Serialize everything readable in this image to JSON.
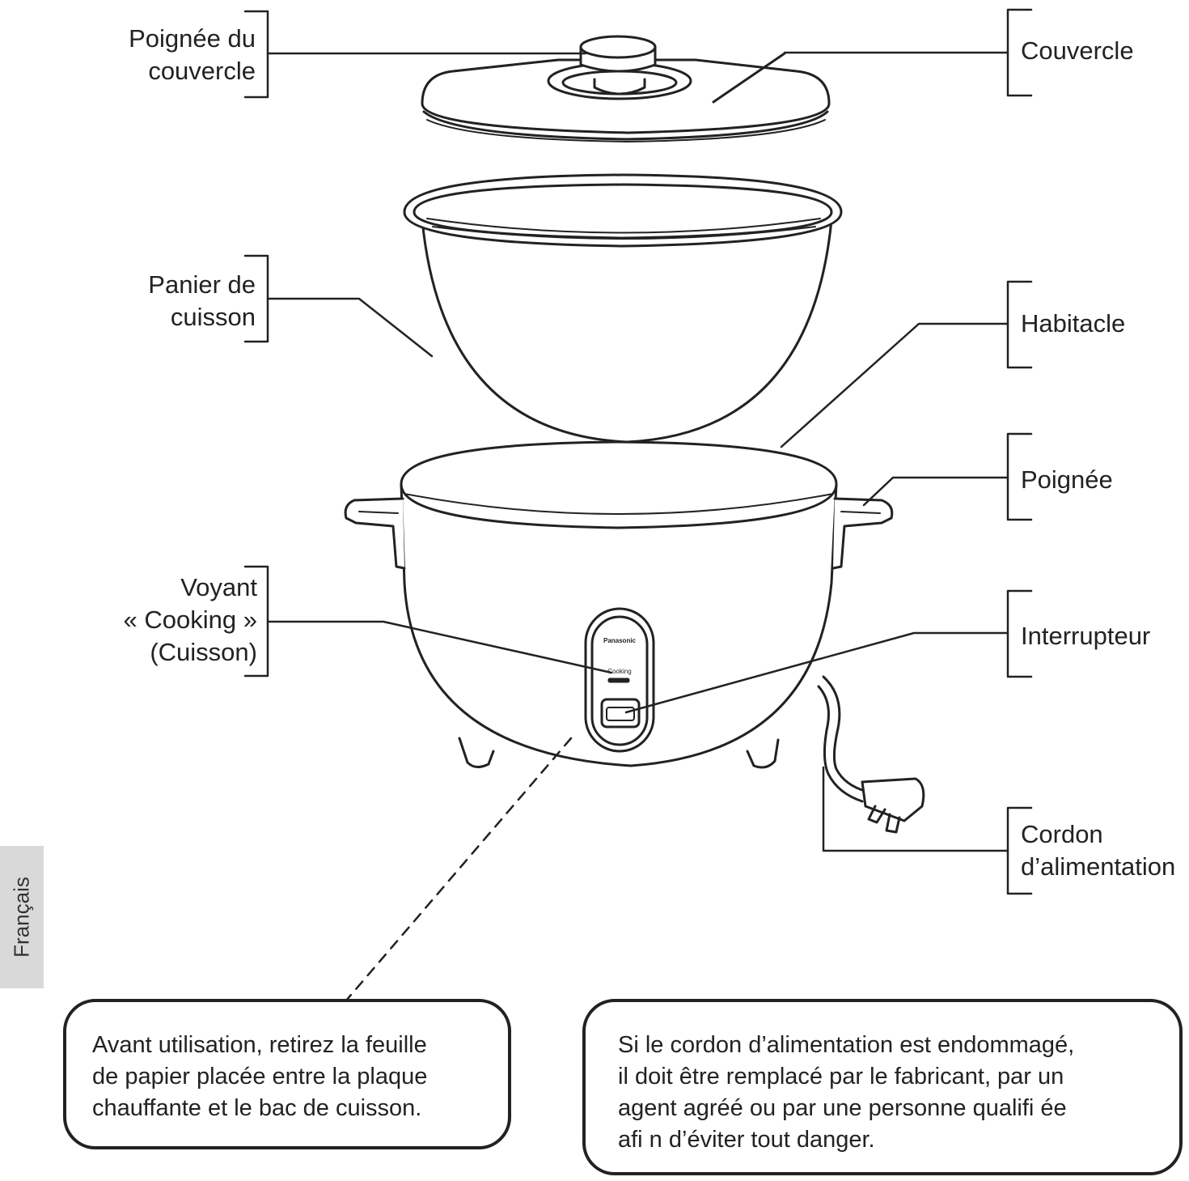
{
  "labels": {
    "lid_knob": [
      "Poignée du",
      "couvercle"
    ],
    "lid": [
      "Couvercle"
    ],
    "inner_pan": [
      "Panier de",
      "cuisson"
    ],
    "body": [
      "Habitacle"
    ],
    "handle": [
      "Poignée"
    ],
    "cooking_lamp": [
      "Voyant",
      "« Cooking »",
      "(Cuisson)"
    ],
    "switch": [
      "Interrupteur"
    ],
    "power_cord": [
      "Cordon",
      "d’alimentation"
    ]
  },
  "panel": {
    "brand": "Panasonic",
    "lamp_label": "Cooking"
  },
  "notes": {
    "paper": [
      "Avant utilisation, retirez la feuille",
      "de papier placée entre la plaque",
      "chauffante et le bac de cuisson."
    ],
    "cord_warning": [
      "Si le cordon d’alimentation est endommagé,",
      "il doit être remplacé par le fabricant, par un",
      "agent agréé ou par une personne qualifi ée",
      "afi n d’éviter tout danger."
    ]
  },
  "language_tab": "Français",
  "colors": {
    "ink": "#222222",
    "tab": "#d9d9d9"
  }
}
